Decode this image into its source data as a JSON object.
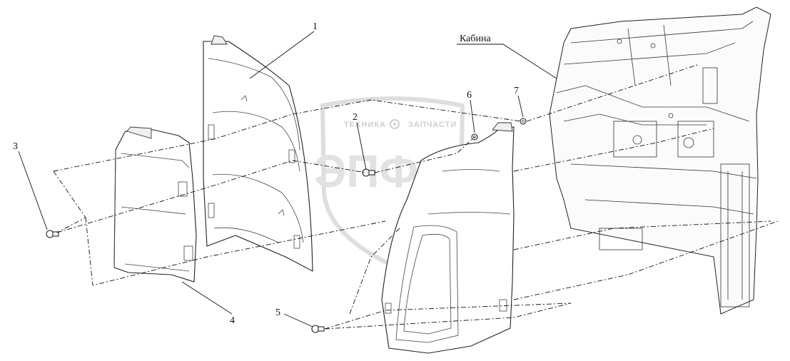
{
  "watermark": {
    "top_left": "ТЕХНИКА",
    "top_right": "ЗАПЧАСТИ",
    "logo": "ЭПФ",
    "gear_icon": "gear-icon"
  },
  "callouts": {
    "p1": "1",
    "p2": "2",
    "p3": "3",
    "p4": "4",
    "p5": "5",
    "p6": "6",
    "p7": "7",
    "cab": "Кабина"
  }
}
